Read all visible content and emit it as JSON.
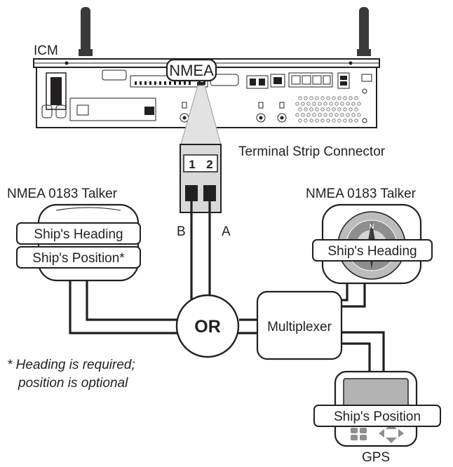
{
  "icm": {
    "label": "ICM",
    "port_label": "NMEA"
  },
  "terminal_strip": {
    "label": "Terminal Strip Connector",
    "pin1": "1",
    "pin2": "2",
    "wire_b": "B",
    "wire_a": "A"
  },
  "left_talker": {
    "label": "NMEA 0183 Talker",
    "heading": "Ship's Heading",
    "position": "Ship's Position*"
  },
  "right_talker": {
    "label": "NMEA 0183 Talker",
    "heading": "Ship's Heading"
  },
  "junction": {
    "label": "OR"
  },
  "multiplexer": {
    "label": "Multiplexer"
  },
  "gps": {
    "label": "GPS",
    "position": "Ship's Position"
  },
  "footnote": {
    "line1": "* Heading is required;",
    "line2": "position is optional"
  },
  "colors": {
    "ink": "#231f20",
    "screen_gray": "#b3b3b3",
    "panel_gray": "#d9d9d9"
  }
}
